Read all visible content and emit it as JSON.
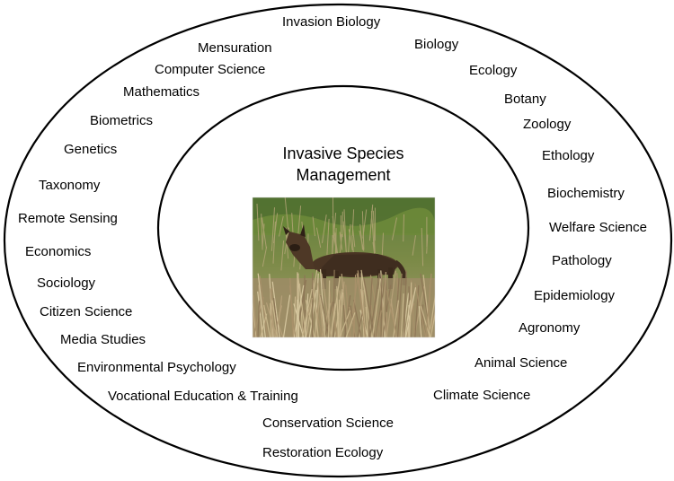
{
  "diagram": {
    "center": {
      "title_lines": [
        "Invasive Species",
        "Management"
      ],
      "photo_icon": "wild-dog-in-grassland-photo"
    },
    "disciplines": [
      "Invasion Biology",
      "Biology",
      "Ecology",
      "Botany",
      "Zoology",
      "Ethology",
      "Biochemistry",
      "Welfare Science",
      "Pathology",
      "Epidemiology",
      "Agronomy",
      "Animal Science",
      "Climate Science",
      "Restoration Ecology",
      "Conservation Science",
      "Vocational Education & Training",
      "Environmental Psychology",
      "Media Studies",
      "Citizen Science",
      "Sociology",
      "Economics",
      "Remote Sensing",
      "Taxonomy",
      "Genetics",
      "Biometrics",
      "Mathematics",
      "Computer Science",
      "Mensuration"
    ],
    "colors": {
      "stroke": "#000000",
      "background": "#ffffff"
    }
  }
}
